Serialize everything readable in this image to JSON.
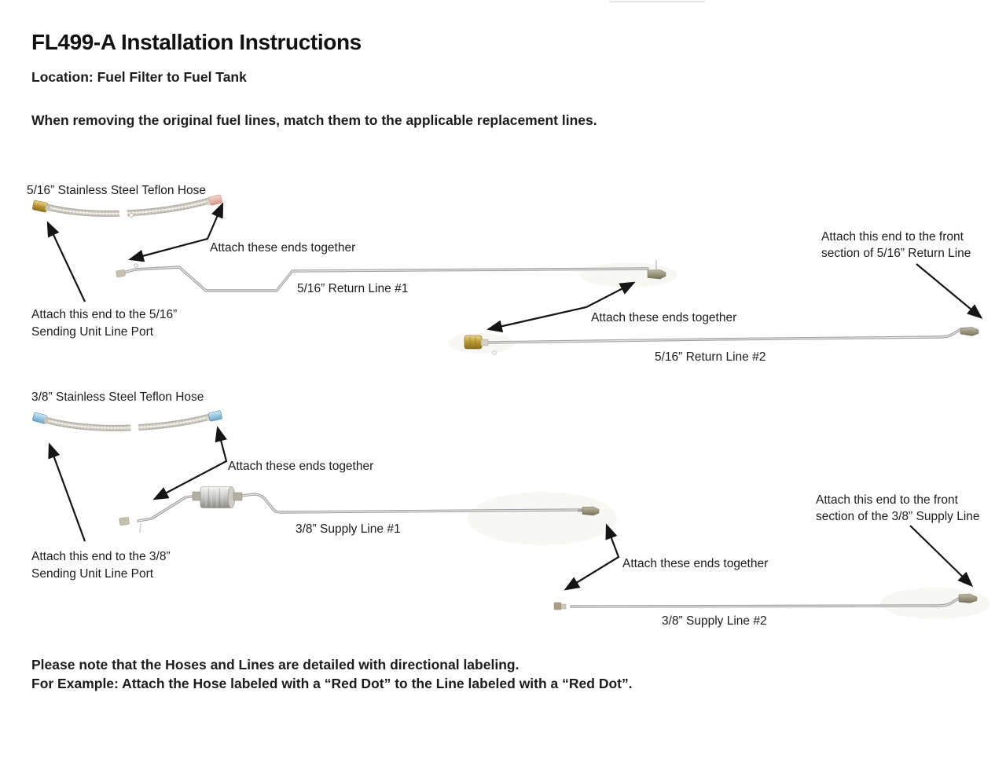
{
  "header": {
    "title": "FL499-A Installation Instructions",
    "location": "Location: Fuel Filter to Fuel Tank",
    "intro": "When removing the original fuel lines, match them to the applicable replacement lines."
  },
  "section_516": {
    "hose_label": "5/16” Stainless Steel Teflon Hose",
    "attach_hose_ends": "Attach these ends together",
    "return_line1_label": "5/16” Return Line #1",
    "attach_line_ends": "Attach these ends together",
    "return_line2_label": "5/16” Return Line #2",
    "sending_unit_line1": "Attach this end to the 5/16”",
    "sending_unit_line2": "Sending Unit Line Port",
    "front_line1": "Attach this end to the front",
    "front_line2": "section of 5/16” Return Line"
  },
  "section_38": {
    "hose_label": "3/8” Stainless Steel Teflon Hose",
    "attach_hose_ends": "Attach these ends together",
    "supply_line1_label": "3/8” Supply Line #1",
    "attach_line_ends": "Attach these ends together",
    "supply_line2_label": "3/8” Supply Line #2",
    "sending_unit_line1": "Attach this end to the 3/8”",
    "sending_unit_line2": "Sending Unit Line Port",
    "front_line1": "Attach this end to the front",
    "front_line2": "section of the 3/8” Supply Line"
  },
  "footer": {
    "note_line1": "Please note that the Hoses and Lines are detailed with directional labeling.",
    "note_line2": "For Example: Attach the Hose labeled with a “Red Dot” to the Line labeled with a “Red Dot”."
  },
  "colors": {
    "text": "#1c1c1c",
    "brass_fitting": "#b8962f",
    "pink_fitting": "#e4b3a8",
    "blue_fitting": "#8fc3e0",
    "steel_line": "#a9a9a9",
    "arrow": "#151515"
  }
}
